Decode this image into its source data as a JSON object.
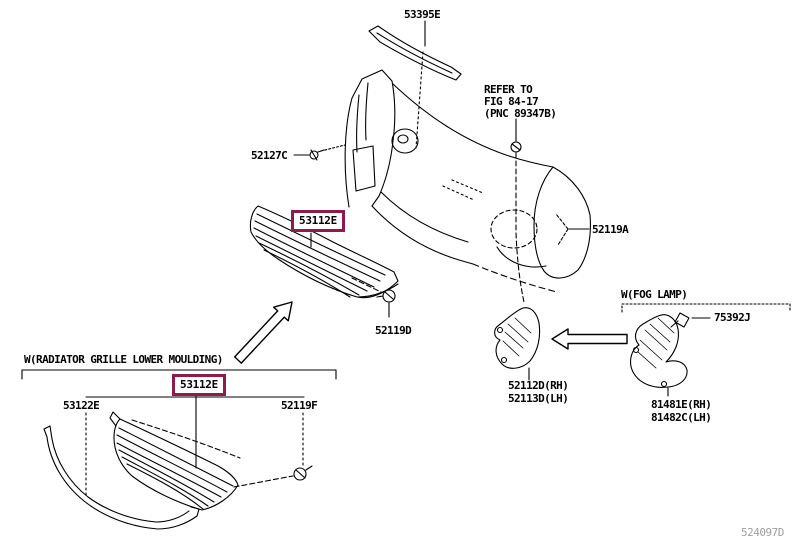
{
  "canvas": {
    "bg": "#ffffff",
    "line_color": "#000000",
    "highlight_color": "#8f1b4c",
    "watermark_color": "#a0a0a0"
  },
  "watermark": "524097D",
  "note": {
    "line1": "REFER TO",
    "line2": "FIG 84-17",
    "line3": "(PNC 89347B)"
  },
  "groups": {
    "fog_lamp": "W(FOG LAMP)",
    "lower_moulding": "W(RADIATOR GRILLE LOWER MOULDING)"
  },
  "parts": {
    "cowl_seal": "53395E",
    "clip_upper": "52127C",
    "radiator_grille": "53112E",
    "bumper_cover": "52119A",
    "grommet": "52119D",
    "support_rh": "52112D(RH)",
    "support_lh": "52113D(LH)",
    "fog_screw": "75392J",
    "fog_bracket_rh": "81481E(RH)",
    "fog_bracket_lh": "81482C(LH)",
    "grille_lower_view": "53112E",
    "lower_moulding_strip": "53122E",
    "clip_lower": "52119F"
  }
}
